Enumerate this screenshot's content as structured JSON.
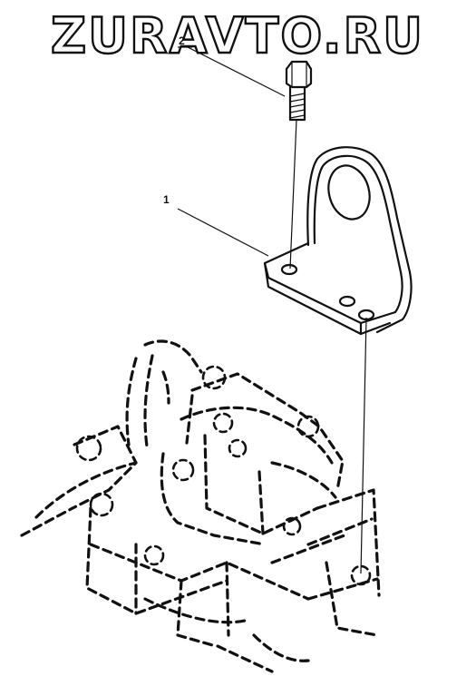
{
  "watermark": {
    "text": "ZURAVTO.RU"
  },
  "callouts": [
    {
      "label": "1",
      "part": "bracket"
    },
    {
      "label": "2",
      "part": "bolt"
    }
  ]
}
